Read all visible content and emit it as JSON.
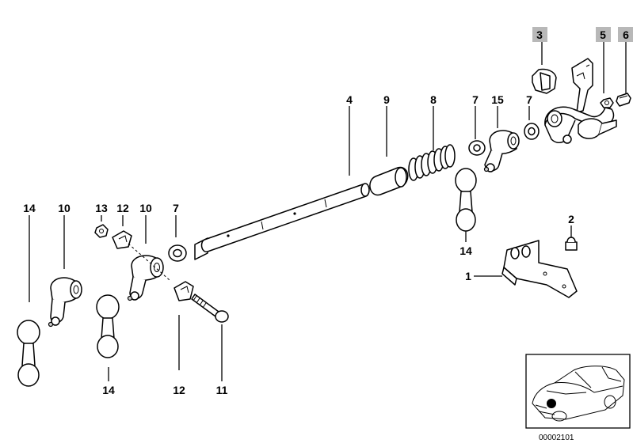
{
  "callouts": [
    {
      "id": "c3",
      "text": "3",
      "highlight": true
    },
    {
      "id": "c5",
      "text": "5",
      "highlight": true
    },
    {
      "id": "c6",
      "text": "6",
      "highlight": true
    },
    {
      "id": "c4",
      "text": "4"
    },
    {
      "id": "c9",
      "text": "9"
    },
    {
      "id": "c8",
      "text": "8"
    },
    {
      "id": "c7a",
      "text": "7"
    },
    {
      "id": "c15",
      "text": "15"
    },
    {
      "id": "c7b",
      "text": "7"
    },
    {
      "id": "c14a",
      "text": "14"
    },
    {
      "id": "c10a",
      "text": "10"
    },
    {
      "id": "c13",
      "text": "13"
    },
    {
      "id": "c12a",
      "text": "12"
    },
    {
      "id": "c10b",
      "text": "10"
    },
    {
      "id": "c7c",
      "text": "7"
    },
    {
      "id": "c2",
      "text": "2"
    },
    {
      "id": "c14b",
      "text": "14"
    },
    {
      "id": "c1",
      "text": "1"
    },
    {
      "id": "c14c",
      "text": "14"
    },
    {
      "id": "c12b",
      "text": "12"
    },
    {
      "id": "c11",
      "text": "11"
    }
  ],
  "reference_number": "00002101",
  "colors": {
    "highlight": "#b8b8b8",
    "ink": "#000000",
    "paper": "#ffffff"
  }
}
